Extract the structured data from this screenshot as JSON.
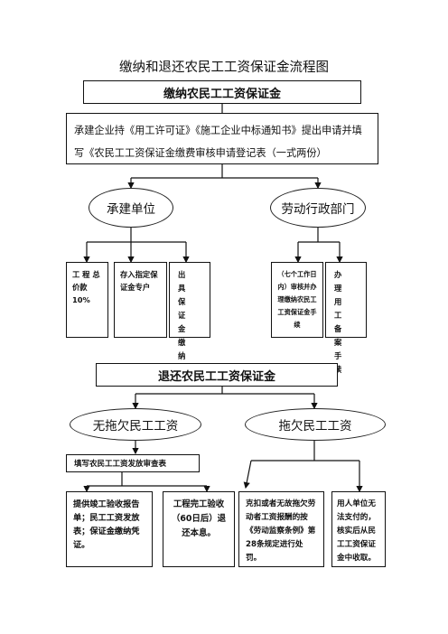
{
  "title": "缴纳和退还农民工工资保证金流程图",
  "pay": {
    "header": "缴纳农民工工资保证金",
    "apply_line1": "承建企业持《用工许可证》《施工企业中标通知书》提出申请并填",
    "apply_line2": "写《农民工工资保证金缴费审核申请登记表（一式两份）",
    "unit": "承建单位",
    "labor_dept": "劳动行政部门",
    "boxes": {
      "total_price": "工 程 总 价款10%",
      "deposit": "存入指定保证金专户",
      "cert": "出具保证金缴纳凭证",
      "process_days": "（七个工作日内）审核并办理缴纳农民工工资保证金手续",
      "register": "办理用工备案手续"
    }
  },
  "refund": {
    "header": "退还农民工工资保证金",
    "no_arrears": "无拖欠民工工资",
    "arrears": "拖欠民工工资",
    "fill_form": "填写农民工工资发放审查表",
    "provide_docs": "提供竣工验收报告单；民工工资发放表；保证金缴纳凭证。",
    "refund_interest": "工程完工验收（60日后）退还本息。",
    "deduct": "克扣或者无故拖欠劳动者工资报酬的按《劳动监察条例》第28条规定进行处罚。",
    "employer": "用人单位无法支付的，核实后从民工工资保证金中收取。"
  }
}
